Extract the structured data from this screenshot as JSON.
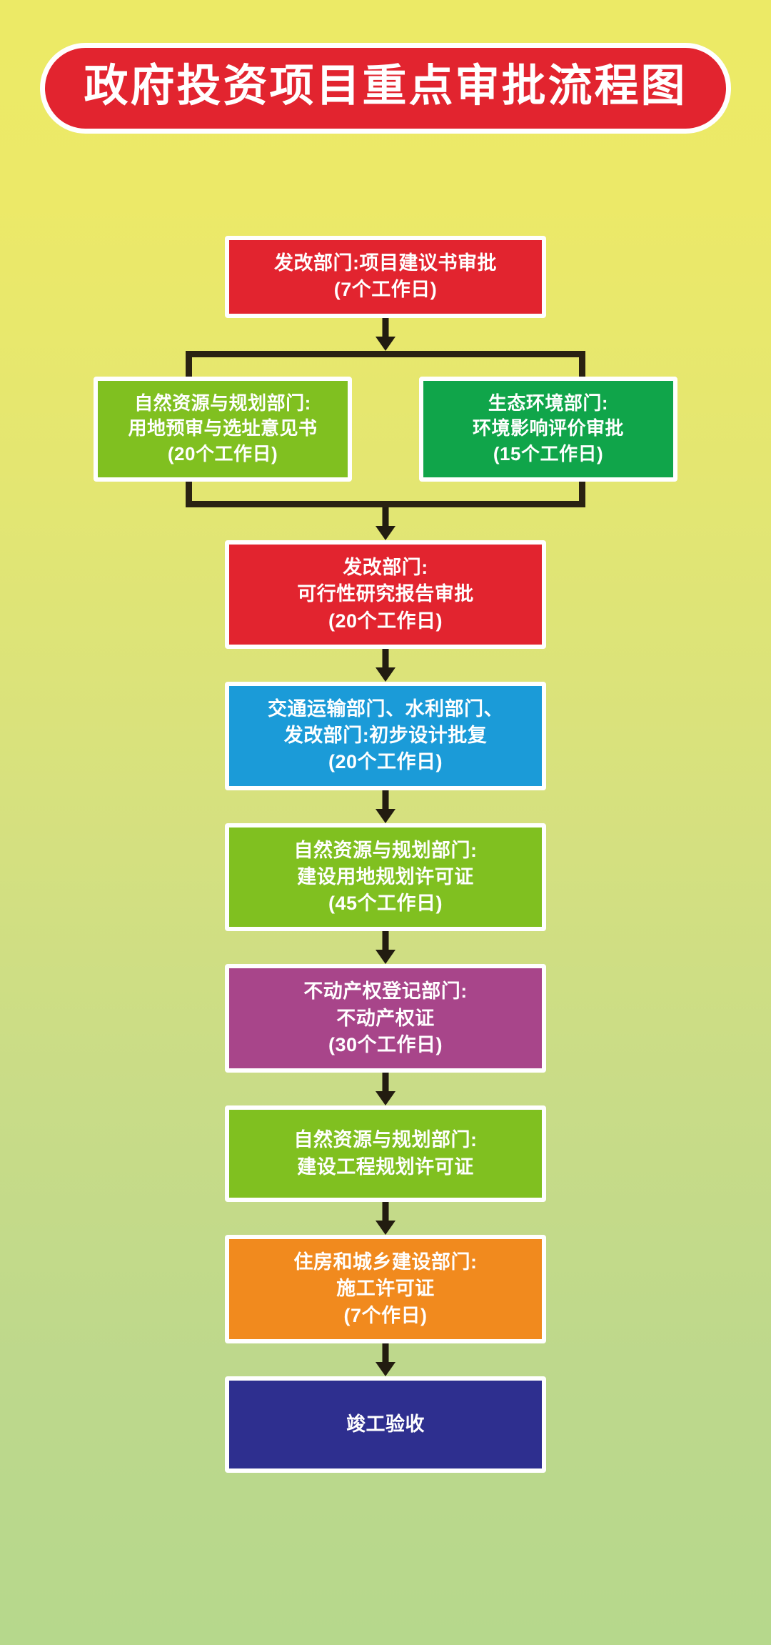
{
  "title": "政府投资项目重点审批流程图",
  "colors": {
    "title_bg": "#e2242f",
    "background_top": "#ecea66",
    "background_bottom": "#b6d88c",
    "connector": "#2a2212",
    "node_border": "#ffffff"
  },
  "flow": {
    "nodes": [
      {
        "id": "node-project-proposal",
        "color": "#e2242f",
        "lines": [
          "发改部门:项目建议书审批",
          "(7个工作日)"
        ]
      },
      {
        "id": "node-land-preapproval",
        "color": "#80c020",
        "lines": [
          "自然资源与规划部门:",
          "用地预审与选址意见书",
          "(20个工作日)"
        ]
      },
      {
        "id": "node-environmental-impact",
        "color": "#10a54a",
        "lines": [
          "生态环境部门:",
          "环境影响评价审批",
          "(15个工作日)"
        ]
      },
      {
        "id": "node-feasibility-study",
        "color": "#e2242f",
        "lines": [
          "发改部门:",
          "可行性研究报告审批",
          "(20个工作日)"
        ]
      },
      {
        "id": "node-preliminary-design",
        "color": "#1b9bd8",
        "lines": [
          "交通运输部门、水利部门、",
          "发改部门:初步设计批复",
          "(20个工作日)"
        ]
      },
      {
        "id": "node-land-planning-permit",
        "color": "#80c020",
        "lines": [
          "自然资源与规划部门:",
          "建设用地规划许可证",
          "(45个工作日)"
        ]
      },
      {
        "id": "node-real-estate-certificate",
        "color": "#a8458a",
        "lines": [
          "不动产权登记部门:",
          "不动产权证",
          "(30个工作日)"
        ]
      },
      {
        "id": "node-construction-planning-permit",
        "color": "#80c020",
        "lines": [
          "自然资源与规划部门:",
          "建设工程规划许可证"
        ]
      },
      {
        "id": "node-construction-permit",
        "color": "#f18a1e",
        "lines": [
          "住房和城乡建设部门:",
          "施工许可证",
          "(7个作日)"
        ]
      },
      {
        "id": "node-completion-acceptance",
        "color": "#2e2f8f",
        "lines": [
          "竣工验收"
        ]
      }
    ]
  }
}
